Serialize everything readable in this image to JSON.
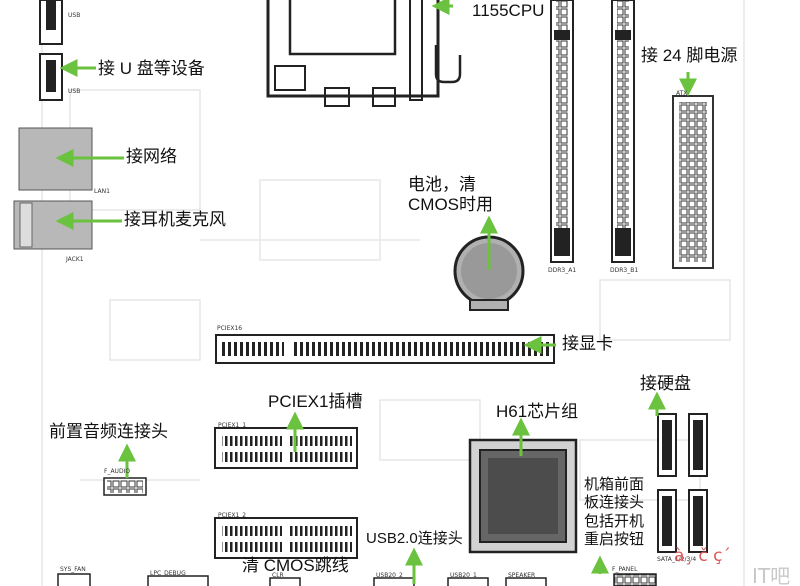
{
  "labels": {
    "cpu_socket": "1155CPU",
    "usb_device": "接 U 盘等设备",
    "power_24pin": "接 24 脚电源",
    "network": "接网络",
    "audio_mic": "接耳机麦克风",
    "battery_line1": "电池，清",
    "battery_line2": "CMOS时用",
    "gpu": "接显卡",
    "pciex1_slot": "PCIEX1插槽",
    "harddisk": "接硬盘",
    "h61_chipset": "H61芯片组",
    "front_audio": "前置音频连接头",
    "front_panel_line1": "机箱前面",
    "front_panel_line2": "板连接头",
    "front_panel_line3": "包括开机",
    "front_panel_line4": "重启按钮",
    "usb20_header": "USB2.0连接头",
    "clear_cmos": "清 CMOS跳线"
  },
  "silkscreen": {
    "usb_top": "USB",
    "usb_mid": "USB",
    "lan": "LAN1",
    "jack": "JACK1",
    "atx": "ATX",
    "ddr_a": "DDR3_A1",
    "ddr_b": "DDR3_B1",
    "pciex16": "PCIEX16",
    "pciex1_1": "PCIEX1_1",
    "pciex1_2": "PCIEX1_2",
    "f_audio": "F_AUDIO",
    "sata": "SATA_1/2/3/4",
    "f_panel": "F_PANEL",
    "sys_fan": "SYS_FAN",
    "lpc_debug": "LPC_DEBUG",
    "usb20_2": "USB20_2",
    "usb20_1": "USB20_1",
    "speaker": "SPEAKER",
    "clr": "CLR"
  },
  "watermark": {
    "garbled": "à¸ č ç´",
    "site": "IT吧"
  },
  "colors": {
    "arrow": "#6ac23e",
    "board_line": "#222222",
    "component_gray": "#b8b8b8",
    "chip_dark": "#555555"
  }
}
